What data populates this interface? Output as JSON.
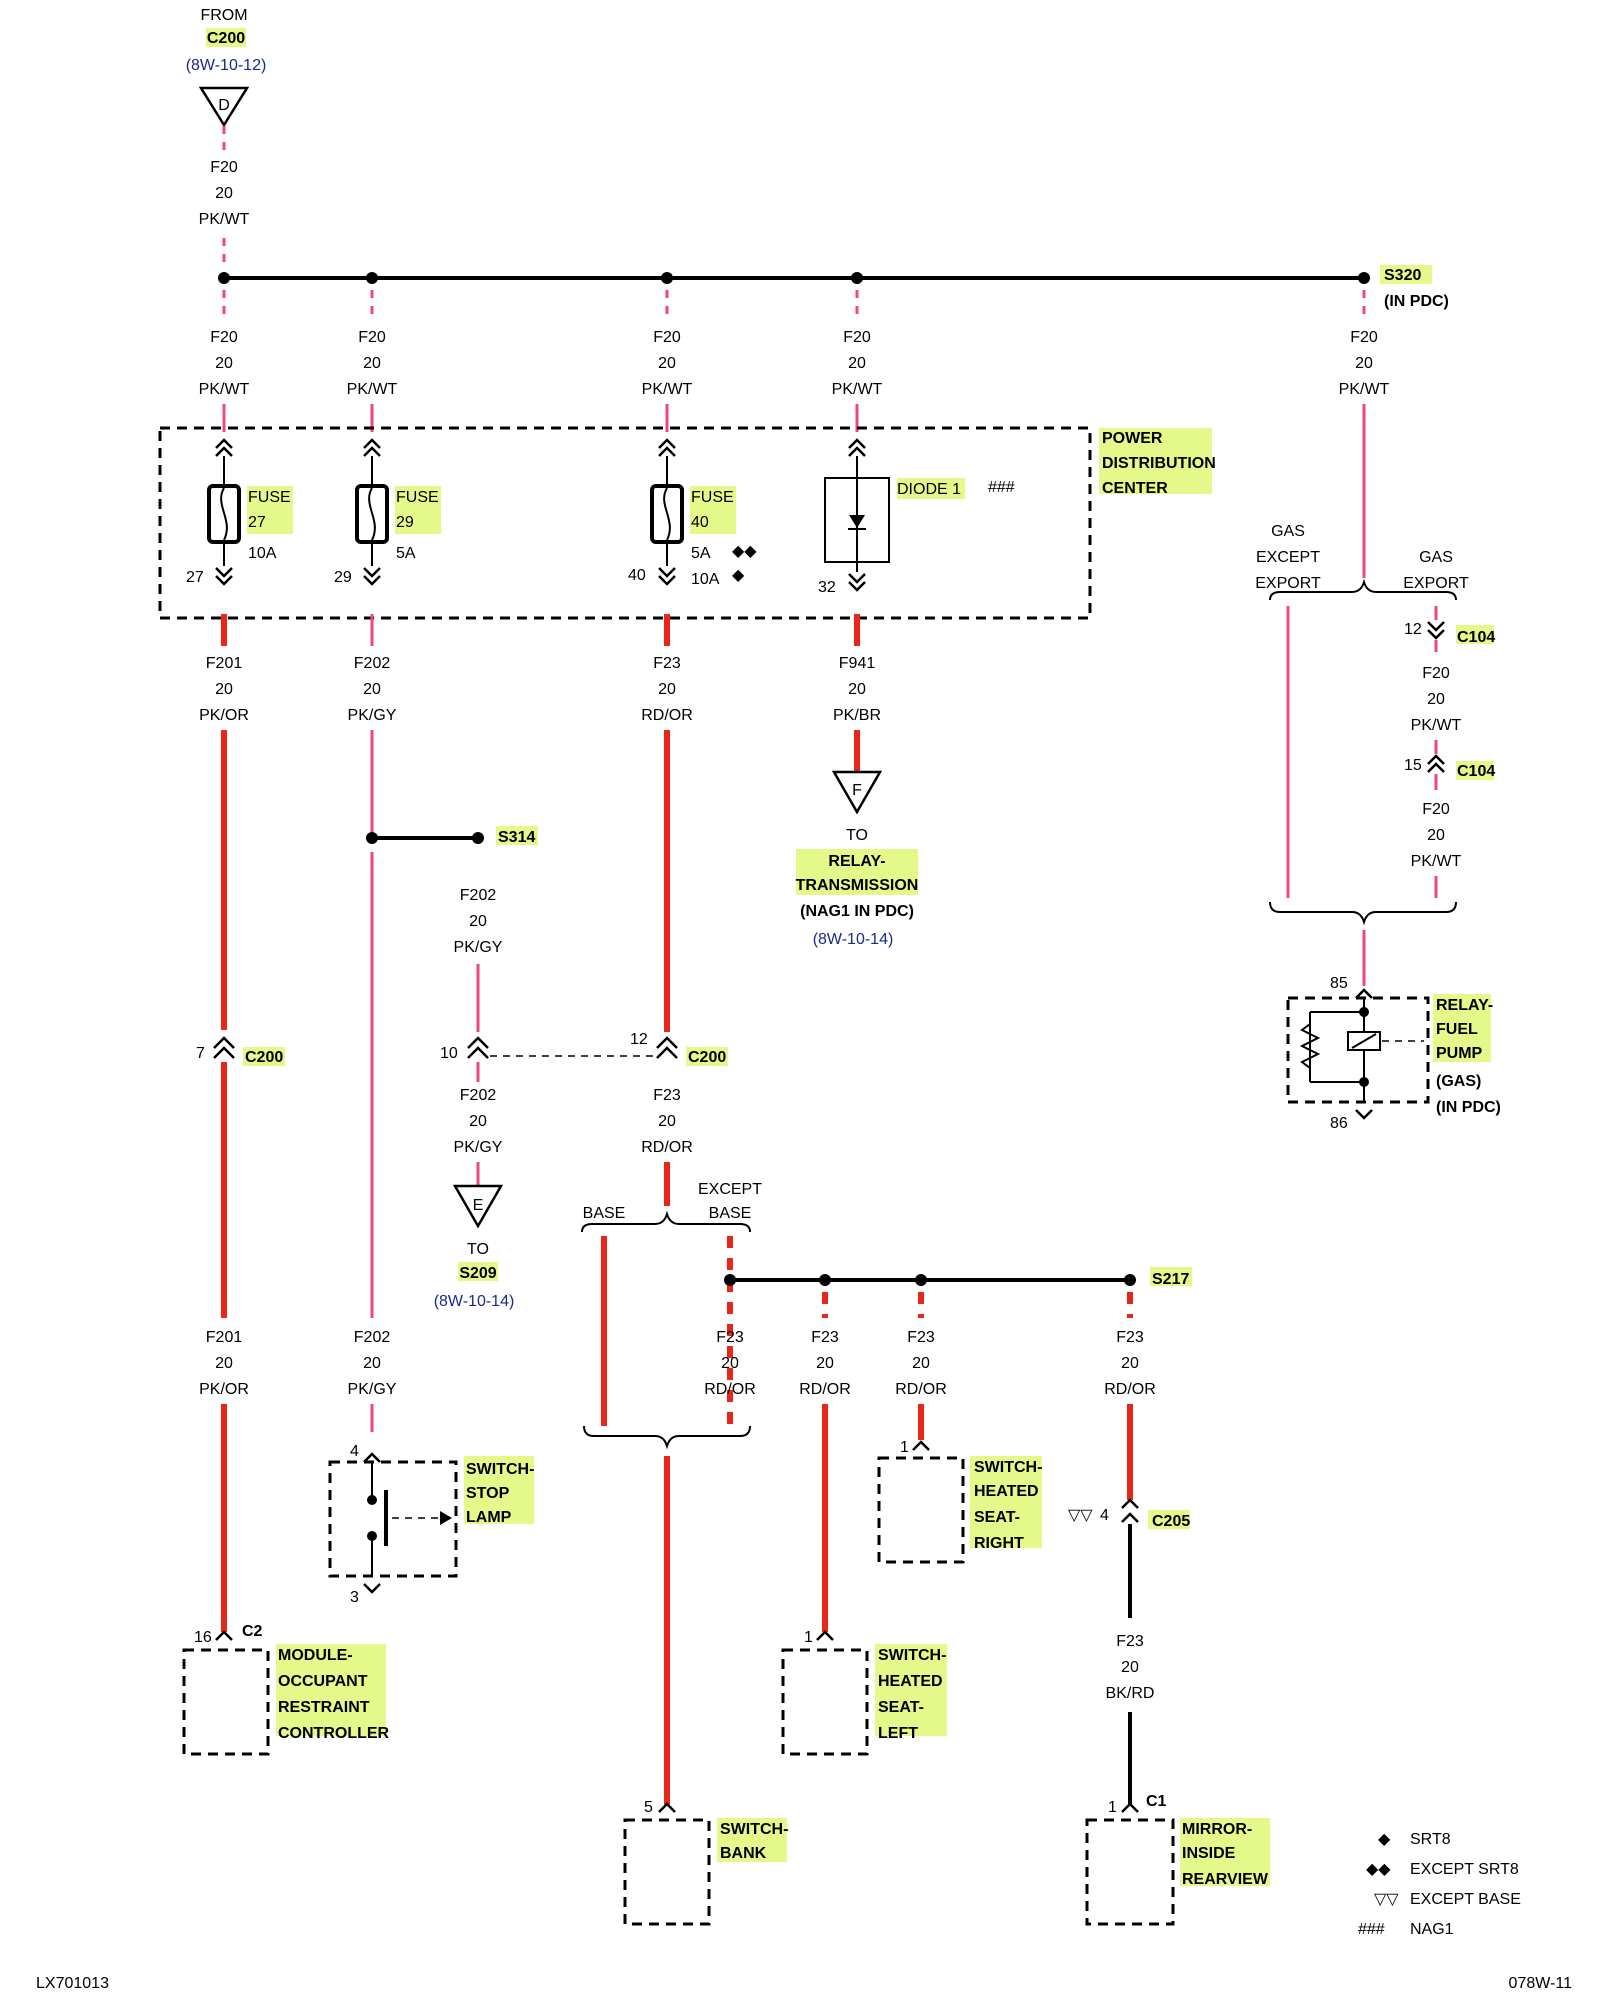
{
  "top": {
    "from": "FROM",
    "connector": "C200",
    "ref": "(8W-10-12)",
    "tri": "D"
  },
  "wire_f20": {
    "circuit": "F20",
    "gauge": "20",
    "color": "PK/WT"
  },
  "s320": {
    "name": "S320",
    "note": "(IN PDC)"
  },
  "pdc": {
    "l1": "POWER",
    "l2": "DISTRIBUTION",
    "l3": "CENTER"
  },
  "fuse27": {
    "w": "FUSE",
    "n": "27",
    "amp": "10A",
    "pin": "27"
  },
  "fuse29": {
    "w": "FUSE",
    "n": "29",
    "amp": "5A",
    "pin": "29"
  },
  "fuse40": {
    "w": "FUSE",
    "n": "40",
    "amp1": "5A",
    "amp2": "10A",
    "pin": "40"
  },
  "diode": {
    "label": "DIODE 1",
    "pin": "32"
  },
  "sym": {
    "diamond1": "◆",
    "diamond2": "◆◆",
    "tri2": "▽▽",
    "hash3": "###"
  },
  "w_f201": {
    "circuit": "F201",
    "gauge": "20",
    "color": "PK/OR"
  },
  "w_f202": {
    "circuit": "F202",
    "gauge": "20",
    "color": "PK/GY"
  },
  "w_f23": {
    "circuit": "F23",
    "gauge": "20",
    "color": "RD/OR"
  },
  "w_f941": {
    "circuit": "F941",
    "gauge": "20",
    "color": "PK/BR"
  },
  "w_f23bk": {
    "circuit": "F23",
    "gauge": "20",
    "color": "BK/RD"
  },
  "to_relay_trans": {
    "tri": "F",
    "to": "TO",
    "l1": "RELAY-",
    "l2": "TRANSMISSION",
    "l3": "(NAG1 IN PDC)",
    "ref": "(8W-10-14)"
  },
  "s314": {
    "name": "S314"
  },
  "c200": {
    "name": "C200",
    "pin7": "7",
    "pin10": "10",
    "pin12": "12"
  },
  "to_s209": {
    "tri": "E",
    "to": "TO",
    "name": "S209",
    "ref": "(8W-10-14)"
  },
  "gas": {
    "gas1": "GAS",
    "except": "EXCEPT",
    "export1": "EXPORT",
    "gas2": "GAS",
    "export2": "EXPORT"
  },
  "c104": {
    "name": "C104",
    "pin12": "12",
    "pin15": "15"
  },
  "relay_fuel": {
    "pin85": "85",
    "pin86": "86",
    "l1": "RELAY-",
    "l2": "FUEL",
    "l3": "PUMP",
    "l4": "(GAS)",
    "l5": "(IN PDC)"
  },
  "base": {
    "base": "BASE",
    "except": "EXCEPT",
    "base2": "BASE"
  },
  "s217": {
    "name": "S217"
  },
  "switch_stop": {
    "l1": "SWITCH-",
    "l2": "STOP",
    "l3": "LAMP",
    "pin4": "4",
    "pin3": "3"
  },
  "switch_hsr": {
    "l1": "SWITCH-",
    "l2": "HEATED",
    "l3": "SEAT-",
    "l4": "RIGHT",
    "pin": "1"
  },
  "c205": {
    "name": "C205",
    "pin": "4"
  },
  "orc": {
    "l1": "MODULE-",
    "l2": "OCCUPANT",
    "l3": "RESTRAINT",
    "l4": "CONTROLLER",
    "pin": "16",
    "conn": "C2"
  },
  "switch_hsl": {
    "l1": "SWITCH-",
    "l2": "HEATED",
    "l3": "SEAT-",
    "l4": "LEFT",
    "pin": "1"
  },
  "switch_bank": {
    "l1": "SWITCH-",
    "l2": "BANK",
    "pin": "5"
  },
  "mirror": {
    "l1": "MIRROR-",
    "l2": "INSIDE",
    "l3": "REARVIEW",
    "pin": "1",
    "conn": "C1"
  },
  "legend": {
    "srt8": "SRT8",
    "except_srt8": "EXCEPT SRT8",
    "except_base": "EXCEPT BASE",
    "nag1": "NAG1"
  },
  "footer": {
    "left": "LX701013",
    "right": "078W-11"
  }
}
